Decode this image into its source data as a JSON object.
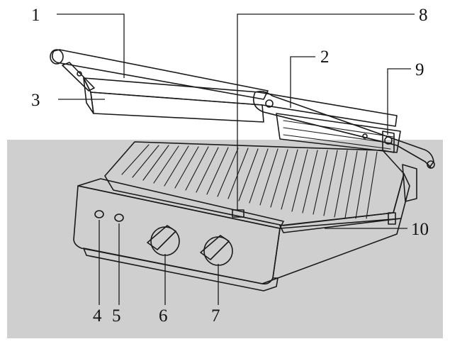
{
  "diagram": {
    "colors": {
      "background": "#ffffff",
      "backdrop": "#cfcfcf",
      "body": "#f2f2f2",
      "plate": "#e6e6e6",
      "ink": "#1a1a1a"
    },
    "callouts": [
      {
        "id": "c1",
        "label": "1"
      },
      {
        "id": "c2",
        "label": "2"
      },
      {
        "id": "c3",
        "label": "3"
      },
      {
        "id": "c4",
        "label": "4"
      },
      {
        "id": "c5",
        "label": "5"
      },
      {
        "id": "c6",
        "label": "6"
      },
      {
        "id": "c7",
        "label": "7"
      },
      {
        "id": "c8",
        "label": "8"
      },
      {
        "id": "c9",
        "label": "9"
      },
      {
        "id": "c10",
        "label": "10"
      }
    ]
  }
}
